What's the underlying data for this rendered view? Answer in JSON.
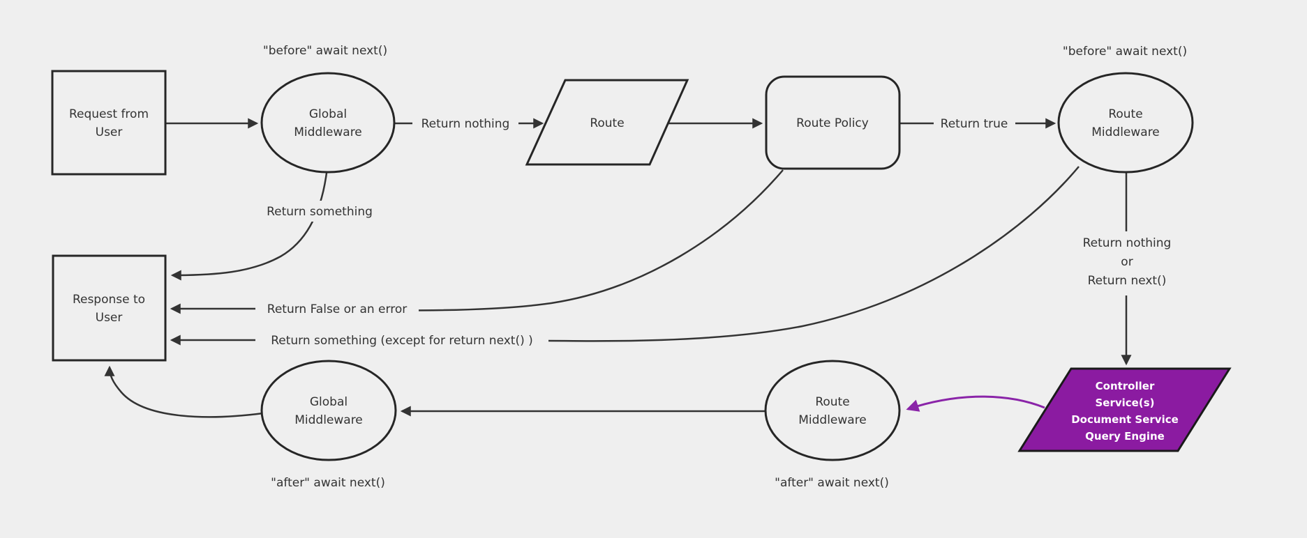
{
  "canvas": {
    "background": "#efefef",
    "line_color": "#333333",
    "text_color": "#333333",
    "purple_fill": "#8b1ba1",
    "purple_edge_color": "#8a24a8"
  },
  "nodes": {
    "request": {
      "shape": "rectangle",
      "lines": [
        "Request from",
        "User"
      ]
    },
    "global_middleware_top": {
      "shape": "ellipse",
      "lines": [
        "Global",
        "Middleware"
      ]
    },
    "route": {
      "shape": "parallelogram",
      "label": "Route"
    },
    "route_policy": {
      "shape": "rounded-rectangle",
      "label": "Route Policy"
    },
    "route_middleware_top": {
      "shape": "ellipse",
      "lines": [
        "Route",
        "Middleware"
      ]
    },
    "response": {
      "shape": "rectangle",
      "lines": [
        "Response to",
        "User"
      ]
    },
    "global_middleware_bottom": {
      "shape": "ellipse",
      "lines": [
        "Global",
        "Middleware"
      ]
    },
    "route_middleware_bottom": {
      "shape": "ellipse",
      "lines": [
        "Route",
        "Middleware"
      ]
    },
    "controller": {
      "shape": "parallelogram",
      "lines": [
        "Controller",
        "Service(s)",
        "Document Service",
        "Query Engine"
      ]
    }
  },
  "annotations": {
    "before_top_left": "\"before\" await next()",
    "before_top_right": "\"before\" await next()",
    "after_bottom_left": "\"after\" await next()",
    "after_bottom_right": "\"after\" await next()"
  },
  "edge_labels": {
    "return_nothing": "Return nothing",
    "return_true": "Return true",
    "return_something": "Return something",
    "return_false": "Return False or an error",
    "return_something_except": "Return something (except for return next() )",
    "return_nothing_or": [
      "Return nothing",
      "or",
      "Return next()"
    ]
  }
}
